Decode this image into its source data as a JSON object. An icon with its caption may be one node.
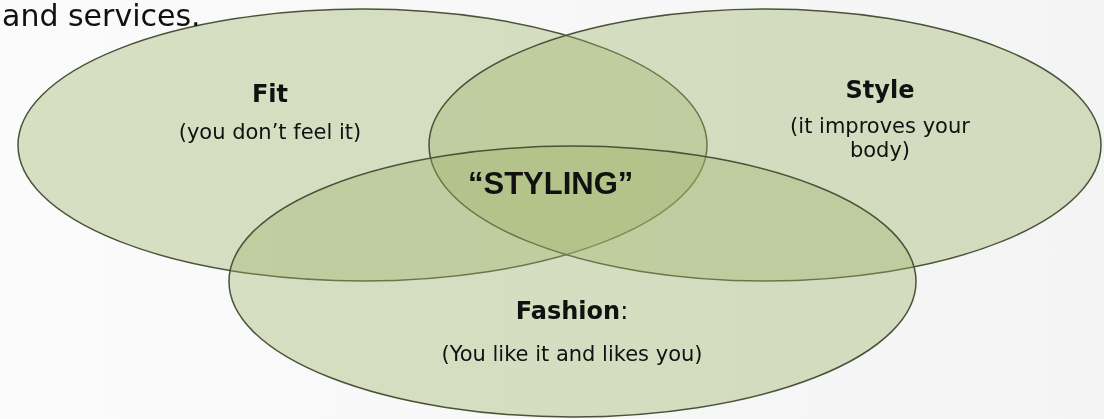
{
  "diagram": {
    "nodes": [
      {
        "text": [
          "Fit",
          "(you don’t feel it)"
        ]
      },
      {
        "text": [
          "Style",
          "(it improves your body)"
        ]
      },
      {
        "text": [
          "**Fashion**:",
          "(You like it and likes you)"
        ]
      }
    ],
    "labels": [
      "and services.",
      "“STYLING”"
    ]
  }
}
